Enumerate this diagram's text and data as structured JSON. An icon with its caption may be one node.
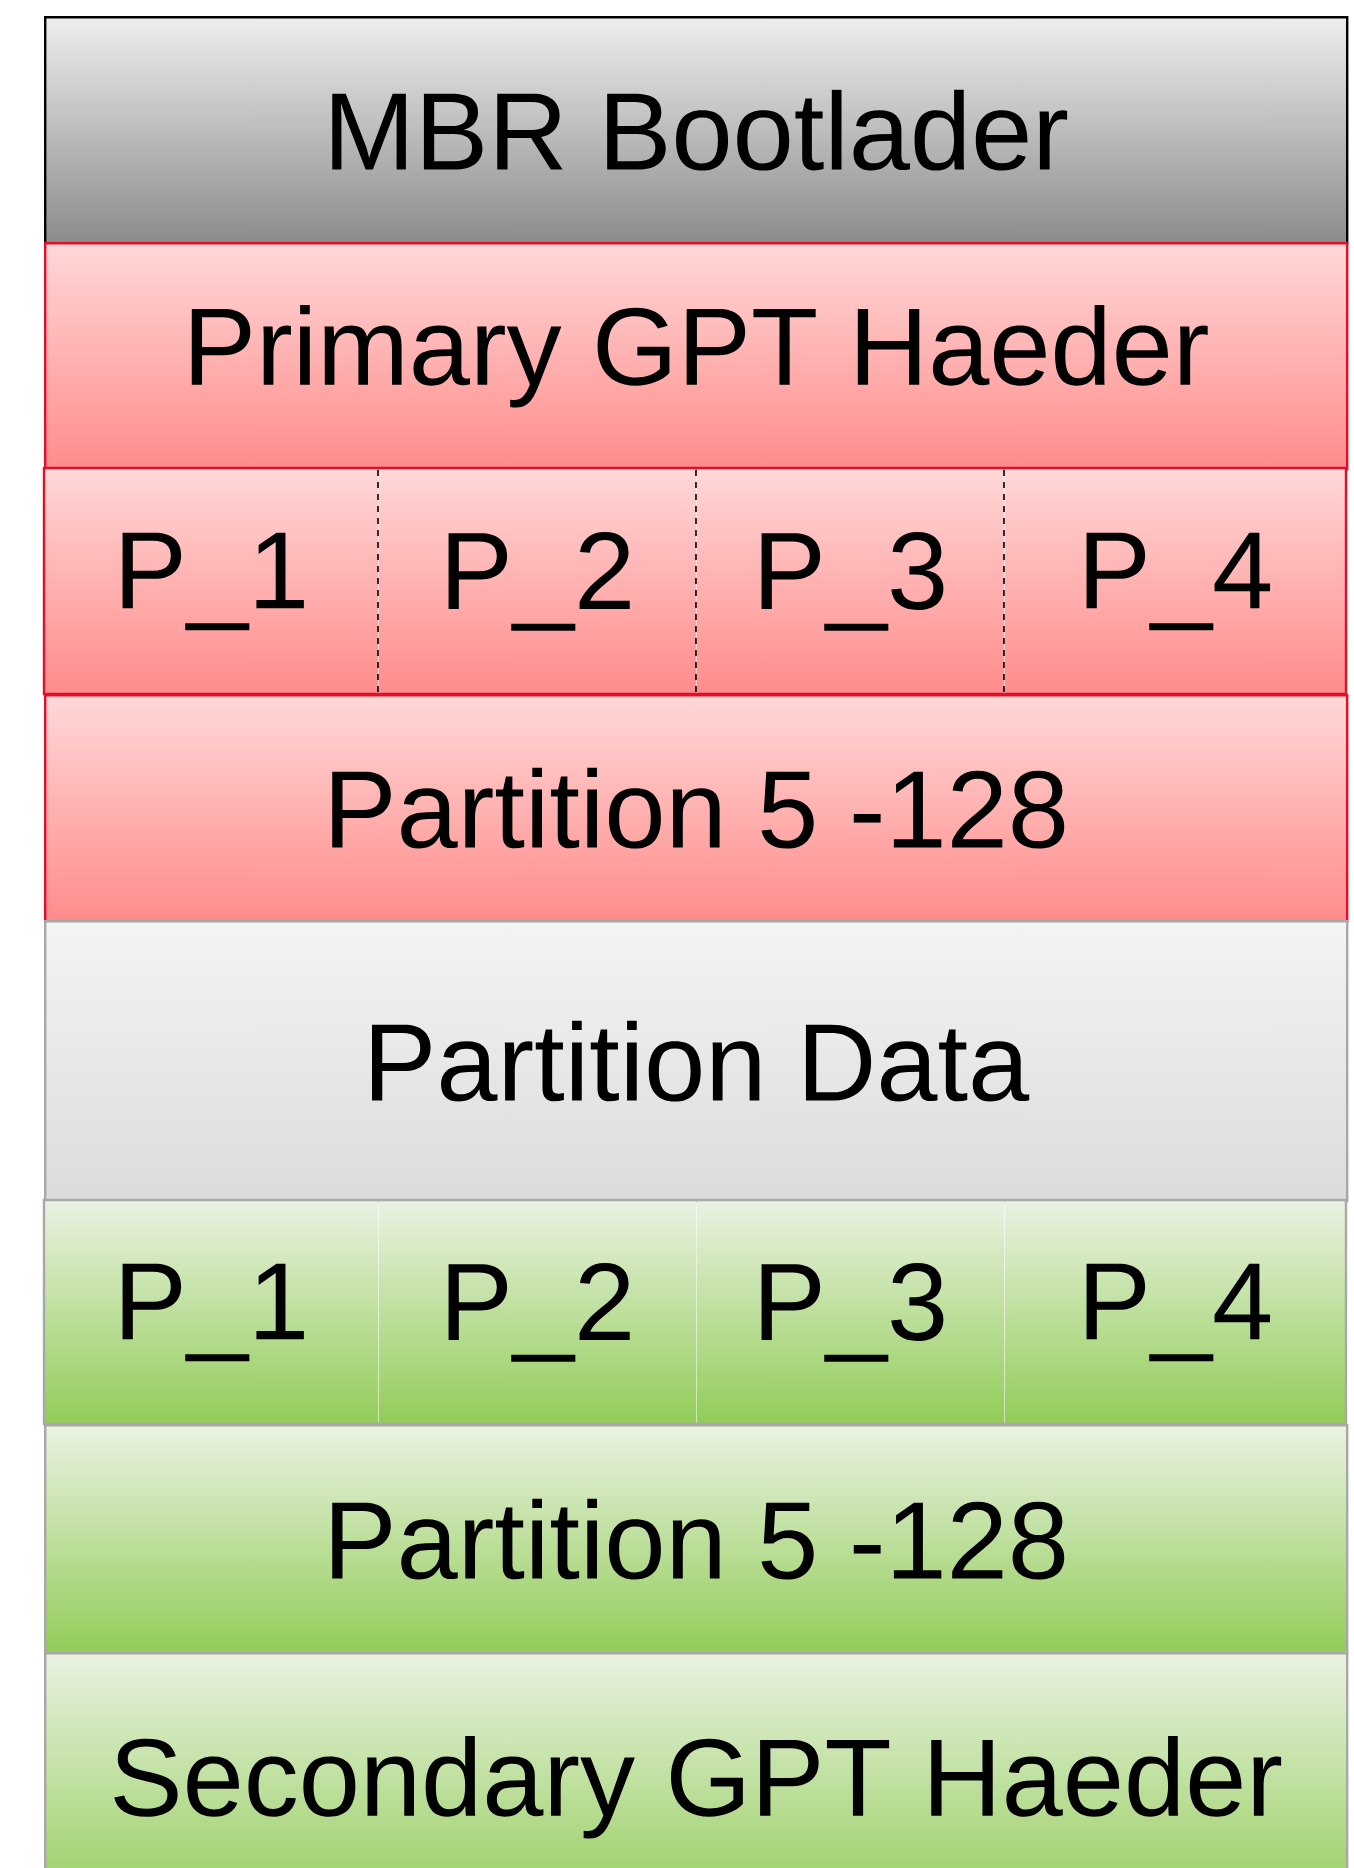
{
  "diagram": {
    "nodes": [
      {
        "text": [
          "MBR Bootlader"
        ]
      },
      {
        "text": [
          "Primary GPT Haeder"
        ]
      },
      {
        "text": [
          "P_1"
        ]
      },
      {
        "text": [
          "P_2"
        ]
      },
      {
        "text": [
          "P_3"
        ]
      },
      {
        "text": [
          "P_4"
        ]
      },
      {
        "text": [
          "Partition 5 -128"
        ]
      },
      {
        "text": [
          "Partition Data"
        ]
      },
      {
        "text": [
          "P_1"
        ]
      },
      {
        "text": [
          "P_2"
        ]
      },
      {
        "text": [
          "P_3"
        ]
      },
      {
        "text": [
          "P_4"
        ]
      },
      {
        "text": [
          "Partition 5 -128"
        ]
      },
      {
        "text": [
          "Secondary GPT Haeder"
        ]
      }
    ]
  }
}
